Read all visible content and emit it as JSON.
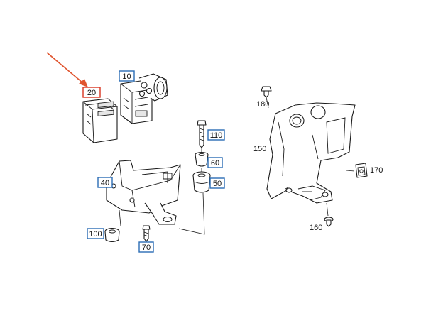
{
  "colors": {
    "boxed_label_border": "#2a6db5",
    "highlight_label_border": "#d9341f",
    "pointer_arrow": "#e0542e",
    "line": "#1a1a1a"
  },
  "labels": {
    "p10": "10",
    "p20": "20",
    "p40": "40",
    "p50": "50",
    "p60": "60",
    "p70": "70",
    "p100": "100",
    "p110": "110",
    "p150": "150",
    "p160": "160",
    "p170": "170",
    "p180": "180"
  },
  "highlighted_part": "20"
}
